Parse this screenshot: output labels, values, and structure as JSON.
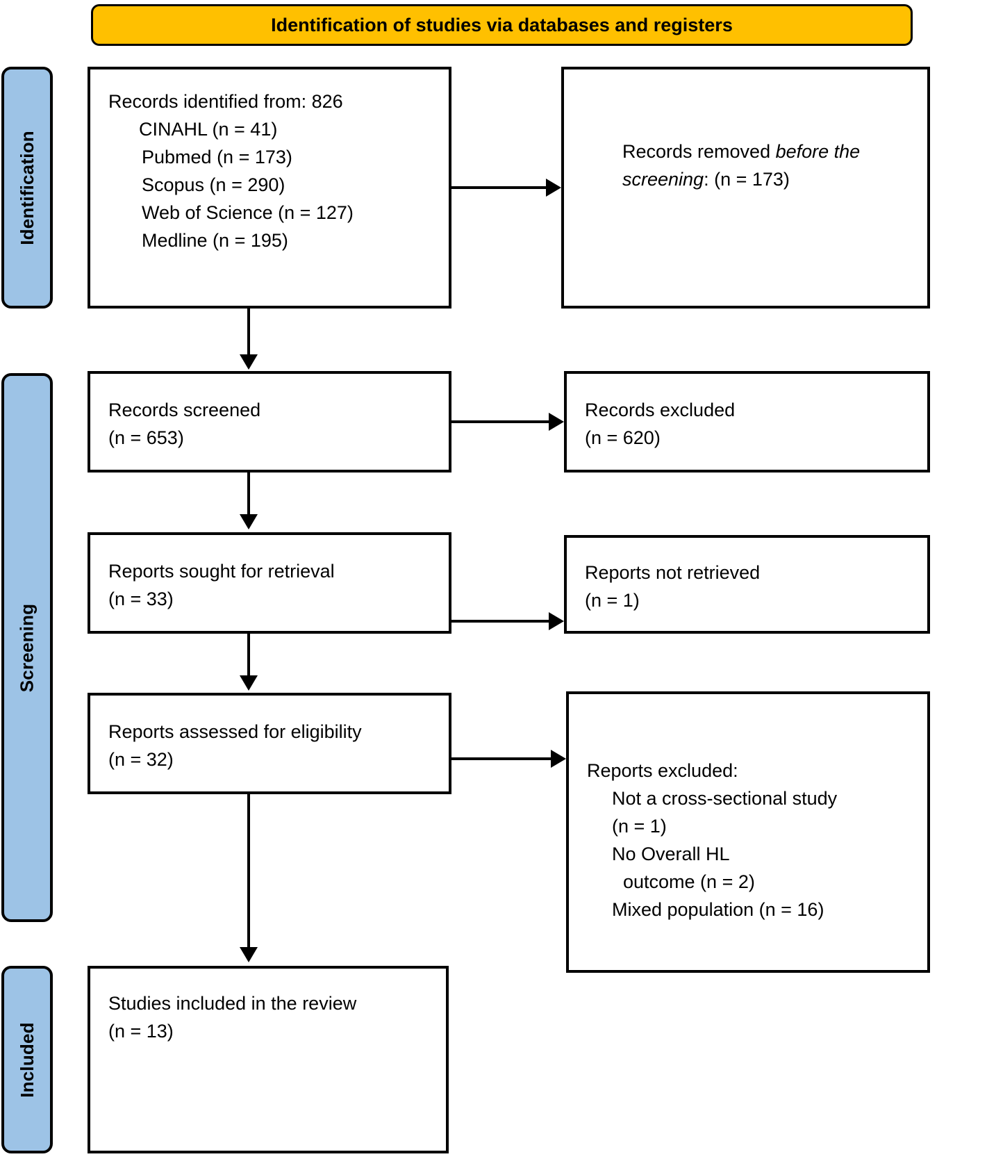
{
  "banner": {
    "title": "Identification of studies via databases and registers"
  },
  "stages": [
    {
      "id": "identification",
      "label": "Identification"
    },
    {
      "id": "screening",
      "label": "Screening"
    },
    {
      "id": "included",
      "label": "Included"
    }
  ],
  "colors": {
    "banner_fill": "#FFC000",
    "stage_fill": "#9DC3E6",
    "box_fill": "#FFFFFF",
    "stroke": "#000000"
  },
  "boxes": {
    "identified": {
      "lines": [
        "Records identified from: 826",
        "CINAHL (n = 41)",
        "Pubmed (n = 173)",
        "Scopus (n = 290)",
        "Web of Science (n = 127)",
        "Medline (n = 195)"
      ]
    },
    "removed": {
      "prefix": "Records removed ",
      "italic": "before the screening",
      "suffix": ": (n = 173)"
    },
    "screened": {
      "line1": "Records screened",
      "line2": "(n = 653)"
    },
    "excluded": {
      "line1": "Records excluded",
      "line2": "(n = 620)"
    },
    "sought": {
      "line1": "Reports sought for retrieval",
      "line2": "(n = 33)"
    },
    "not_retrieved": {
      "line1": "Reports not retrieved",
      "line2": "(n = 1)"
    },
    "assessed": {
      "line1": "Reports assessed for eligibility",
      "line2": "(n = 32)"
    },
    "reports_excluded": {
      "heading": "Reports excluded:",
      "line1": "Not a cross-sectional study",
      "line2": "(n = 1)",
      "line3": "No Overall HL",
      "line4": "outcome (n = 2)",
      "line5": "Mixed population (n = 16)"
    },
    "included": {
      "line1": "Studies included in the review",
      "line2": "(n = 13)"
    }
  }
}
